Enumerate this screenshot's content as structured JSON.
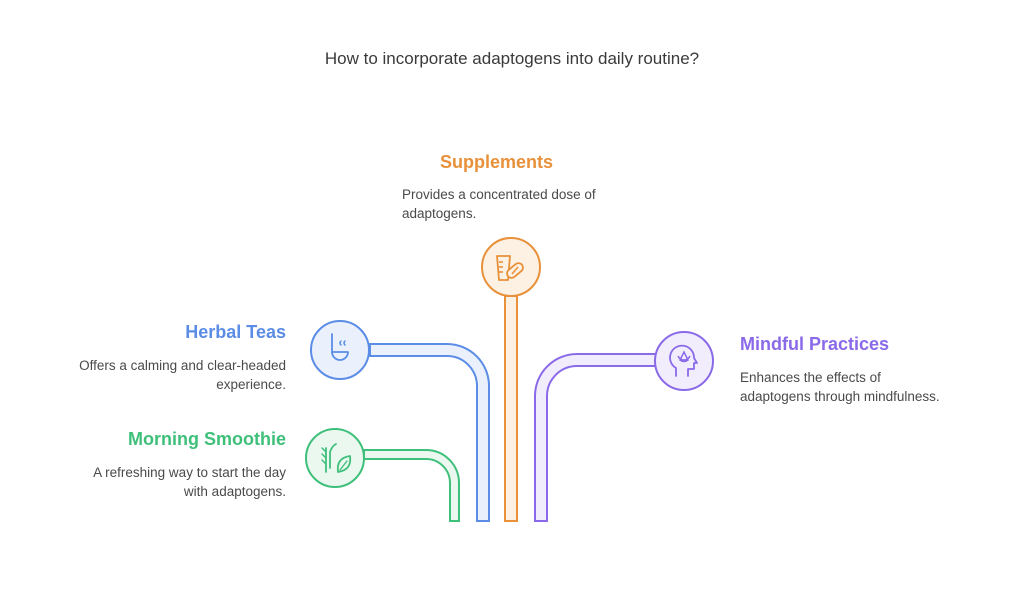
{
  "title": "How to incorporate adaptogens into daily routine?",
  "colors": {
    "supplements": "#e8913a",
    "herbal_teas": "#5b8de6",
    "mindful": "#8a6ae8",
    "smoothie": "#3fc07a"
  },
  "items": {
    "supplements": {
      "label": "Supplements",
      "desc_line1": "Provides a concentrated dose of",
      "desc_line2": "adaptogens.",
      "icon": "pill-cup-icon"
    },
    "herbal_teas": {
      "label": "Herbal Teas",
      "desc_line1": "Offers a calming and clear-headed",
      "desc_line2": "experience.",
      "icon": "ladle-icon"
    },
    "mindful": {
      "label": "Mindful Practices",
      "desc_line1": "Enhances the effects of",
      "desc_line2": "adaptogens through mindfulness.",
      "icon": "head-lotus-icon"
    },
    "smoothie": {
      "label": "Morning Smoothie",
      "desc_line1": "A refreshing way to start the day",
      "desc_line2": "with adaptogens.",
      "icon": "herbs-leaf-icon"
    }
  }
}
